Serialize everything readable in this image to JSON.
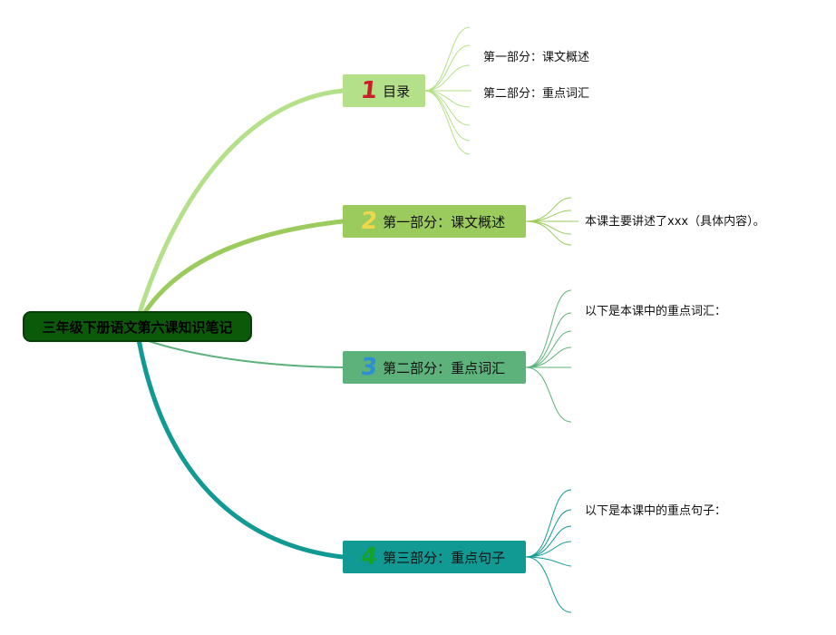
{
  "root": {
    "title": "三年级下册语文第六课知识笔记"
  },
  "branches": [
    {
      "number": "1",
      "label": "目录",
      "box_color": "#b5e08a",
      "num_color": "#c8202a",
      "line_color": "#b5e08a",
      "leaves": [
        "第一部分：课文概述",
        "第二部分：重点词汇"
      ]
    },
    {
      "number": "2",
      "label": "第一部分：课文概述",
      "box_color": "#9bcb5d",
      "num_color": "#f1d84a",
      "line_color": "#9bcb5d",
      "leaves": [
        "本课主要讲述了xxx（具体内容）。"
      ]
    },
    {
      "number": "3",
      "label": "第二部分：重点词汇",
      "box_color": "#5cb27a",
      "num_color": "#2b8fd6",
      "line_color": "#5cb27a",
      "leaves": [
        "以下是本课中的重点词汇："
      ]
    },
    {
      "number": "4",
      "label": "第三部分：重点句子",
      "box_color": "#119a93",
      "num_color": "#15a32a",
      "line_color": "#119a93",
      "leaves": [
        "以下是本课中的重点句子："
      ]
    }
  ]
}
